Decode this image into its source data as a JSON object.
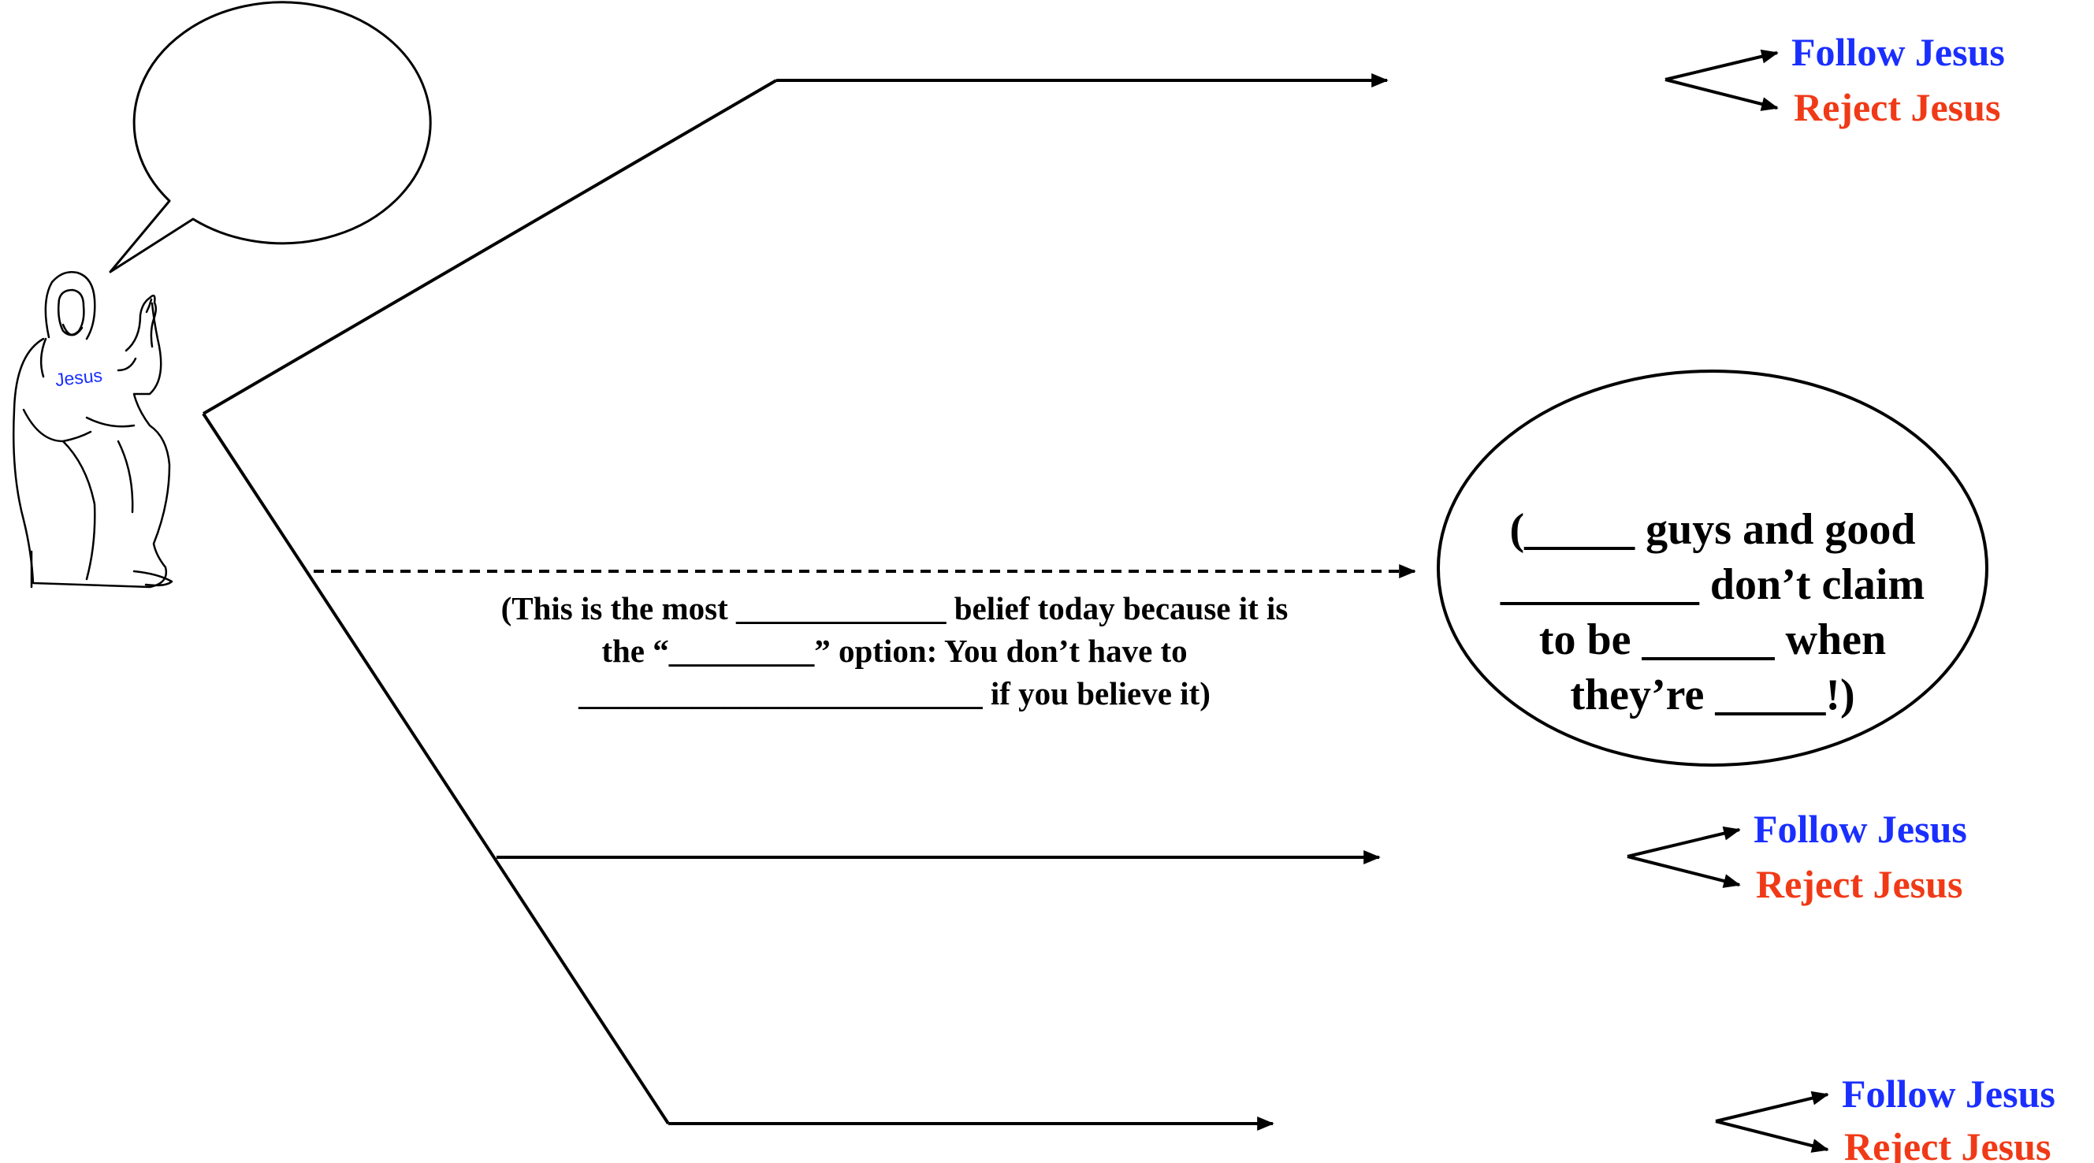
{
  "figure": {
    "shirt_label": "Jesus"
  },
  "note": {
    "lines": [
      "(This is the most _____________ belief today because it is",
      "the “_________” option: You don’t have to",
      "_________________________ if you believe it)"
    ]
  },
  "oval": {
    "lines": [
      "(_____ guys and good",
      "_________ don’t claim",
      "to be ______ when",
      "they’re _____!)"
    ]
  },
  "choices": [
    {
      "follow": "Follow Jesus",
      "reject": "Reject Jesus"
    },
    {
      "follow": "Follow Jesus",
      "reject": "Reject Jesus"
    },
    {
      "follow": "Follow Jesus",
      "reject": "Reject Jesus"
    }
  ],
  "colors": {
    "follow": "#1a2fff",
    "reject": "#f03a17",
    "line": "#000000"
  }
}
